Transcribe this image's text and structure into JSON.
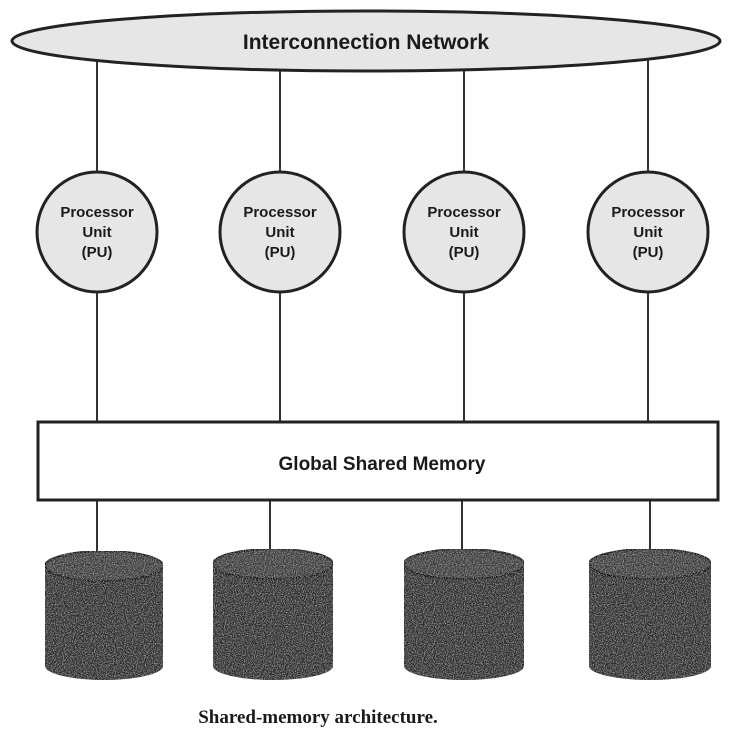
{
  "network": {
    "label": "Interconnection Network"
  },
  "processors": [
    {
      "line1": "Processor",
      "line2": "Unit",
      "line3": "(PU)"
    },
    {
      "line1": "Processor",
      "line2": "Unit",
      "line3": "(PU)"
    },
    {
      "line1": "Processor",
      "line2": "Unit",
      "line3": "(PU)"
    },
    {
      "line1": "Processor",
      "line2": "Unit",
      "line3": "(PU)"
    }
  ],
  "memory": {
    "label": "Global Shared Memory"
  },
  "disks": [
    {
      "icon": "disk-cylinder-icon"
    },
    {
      "icon": "disk-cylinder-icon"
    },
    {
      "icon": "disk-cylinder-icon"
    },
    {
      "icon": "disk-cylinder-icon"
    }
  ],
  "caption": "Shared-memory architecture.",
  "colors": {
    "shape_fill": "#e6e6e6",
    "stroke": "#222222",
    "disk_fill": "#2a2a2a",
    "text": "#1a1a1a"
  }
}
